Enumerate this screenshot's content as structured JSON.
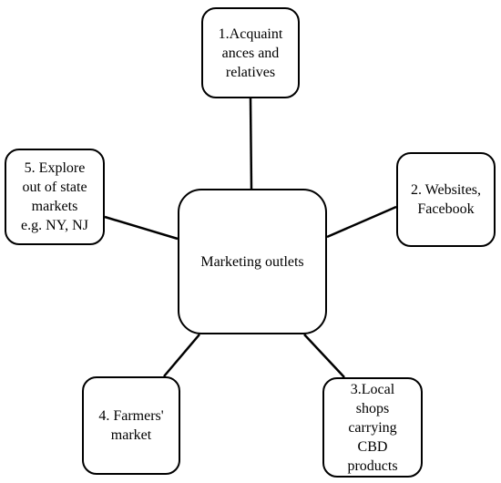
{
  "diagram": {
    "center": {
      "label": "Marketing outlets"
    },
    "outlets": [
      {
        "label": "1.Acquaint\nances and\nrelatives"
      },
      {
        "label": "2. Websites,\nFacebook"
      },
      {
        "label": "3.Local\nshops\ncarrying\nCBD\nproducts"
      },
      {
        "label": "4. Farmers'\nmarket"
      },
      {
        "label": "5. Explore\nout of state\nmarkets\ne.g. NY, NJ"
      }
    ]
  },
  "colors": {
    "stroke": "#000000",
    "fill": "#ffffff",
    "text": "#000000"
  }
}
